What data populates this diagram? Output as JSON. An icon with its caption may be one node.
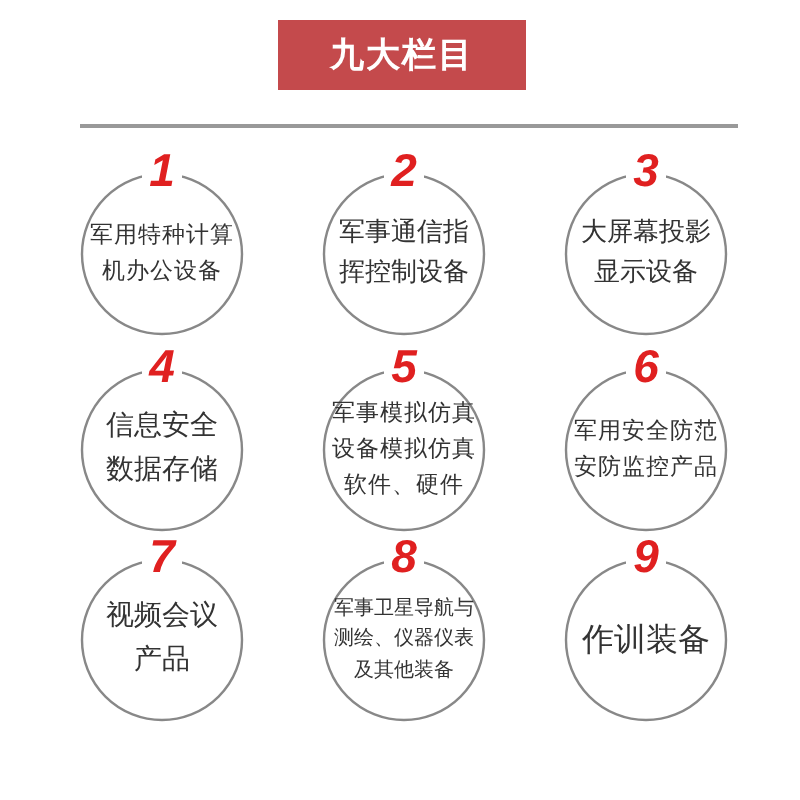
{
  "diagram": {
    "title": "九大栏目",
    "nodes": [
      {
        "text": [
          "1",
          "军用特种计算机办公设备"
        ]
      },
      {
        "text": [
          "2",
          "军事通信指挥控制设备"
        ]
      },
      {
        "text": [
          "3",
          "大屏幕投影显示设备"
        ]
      },
      {
        "text": [
          "4",
          "信息安全数据存储"
        ]
      },
      {
        "text": [
          "5",
          "军事模拟仿真设备模拟仿真软件、硬件"
        ]
      },
      {
        "text": [
          "6",
          "军用安全防范安防监控产品"
        ]
      },
      {
        "text": [
          "7",
          "视频会议产品"
        ]
      },
      {
        "text": [
          "8",
          "军事卫星导航与测绘、仪器仪表及其他装备"
        ]
      },
      {
        "text": [
          "9",
          "作训装备"
        ]
      }
    ]
  }
}
